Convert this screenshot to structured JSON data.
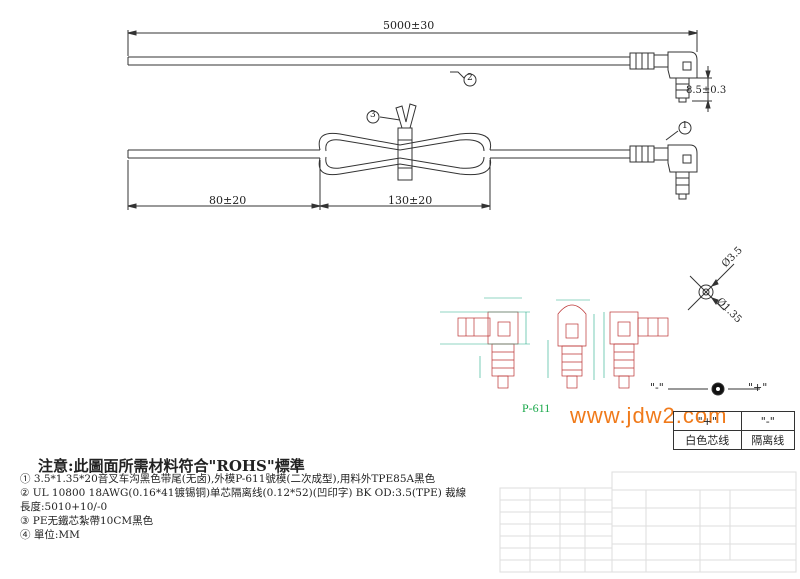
{
  "dims": {
    "overall_length": "5000±30",
    "tip_length": "8.5±0.3",
    "left_length": "80±20",
    "loop_length": "130±20",
    "od_outer": "Ø3.5",
    "od_inner": "Ø1.35"
  },
  "balloons": {
    "b1": "1",
    "b2": "2",
    "b3": "3"
  },
  "part_label": "P-611",
  "watermark": "www.jdw2.com",
  "polarity": {
    "minus": "\"-\"",
    "plus": "\"+\""
  },
  "legend": {
    "plus": "\"+\"",
    "minus": "\"-\"",
    "white": "白色芯线",
    "shield": "隔离线"
  },
  "notes": {
    "title": "注意:此圖面所需材料符合\"ROHS\"標準",
    "items": [
      {
        "num": "①",
        "text": "3.5*1.35*20音叉车沟黑色带尾(无卤),外模P-611號模(二次成型),用料外TPE85A黑色"
      },
      {
        "num": "②",
        "text": "UL 10800 18AWG(0.16*41镀锡铜)单芯隔离线(0.12*52)(凹印字) BK OD:3.5(TPE)  裁線"
      },
      {
        "num": "",
        "text": "長度:5010+10/-0"
      },
      {
        "num": "③",
        "text": "PE无鐵芯紮帶10CM黑色"
      },
      {
        "num": "④",
        "text": "單位:MM"
      }
    ]
  }
}
